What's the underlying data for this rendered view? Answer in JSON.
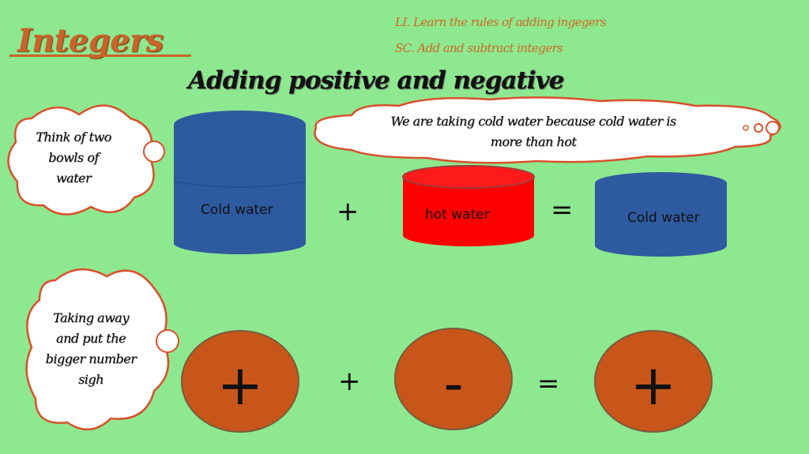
{
  "title": "Integers",
  "learning_intention": "LI. Learn the rules of adding ingegers",
  "success_criteria": "SC. Add and subtract integers",
  "heading": "Adding positive and negative",
  "bubble_top_left": [
    "Think of two",
    "bowls of",
    "water"
  ],
  "cloud_note": [
    "We are taking cold water because cold water is",
    "more than hot"
  ],
  "bowls": [
    {
      "label": "Cold water",
      "color": "#2e5aa0"
    },
    {
      "label": "hot water",
      "color": "#ff0000"
    },
    {
      "label": "Cold water",
      "color": "#2e5aa0"
    }
  ],
  "operators_row1": {
    "plus": "+",
    "equals": "="
  },
  "bubble_bottom_left": [
    "Taking away",
    "and put the",
    "bigger number",
    "sigh"
  ],
  "signs": [
    {
      "symbol": "+"
    },
    {
      "symbol": "-"
    },
    {
      "symbol": "+"
    }
  ],
  "operators_row2": {
    "plus": "+",
    "equals": "="
  },
  "colors": {
    "background": "#8de88f",
    "accent": "#c8642a",
    "circle_fill": "#c8561a",
    "bubble_border": "#d9502b"
  }
}
